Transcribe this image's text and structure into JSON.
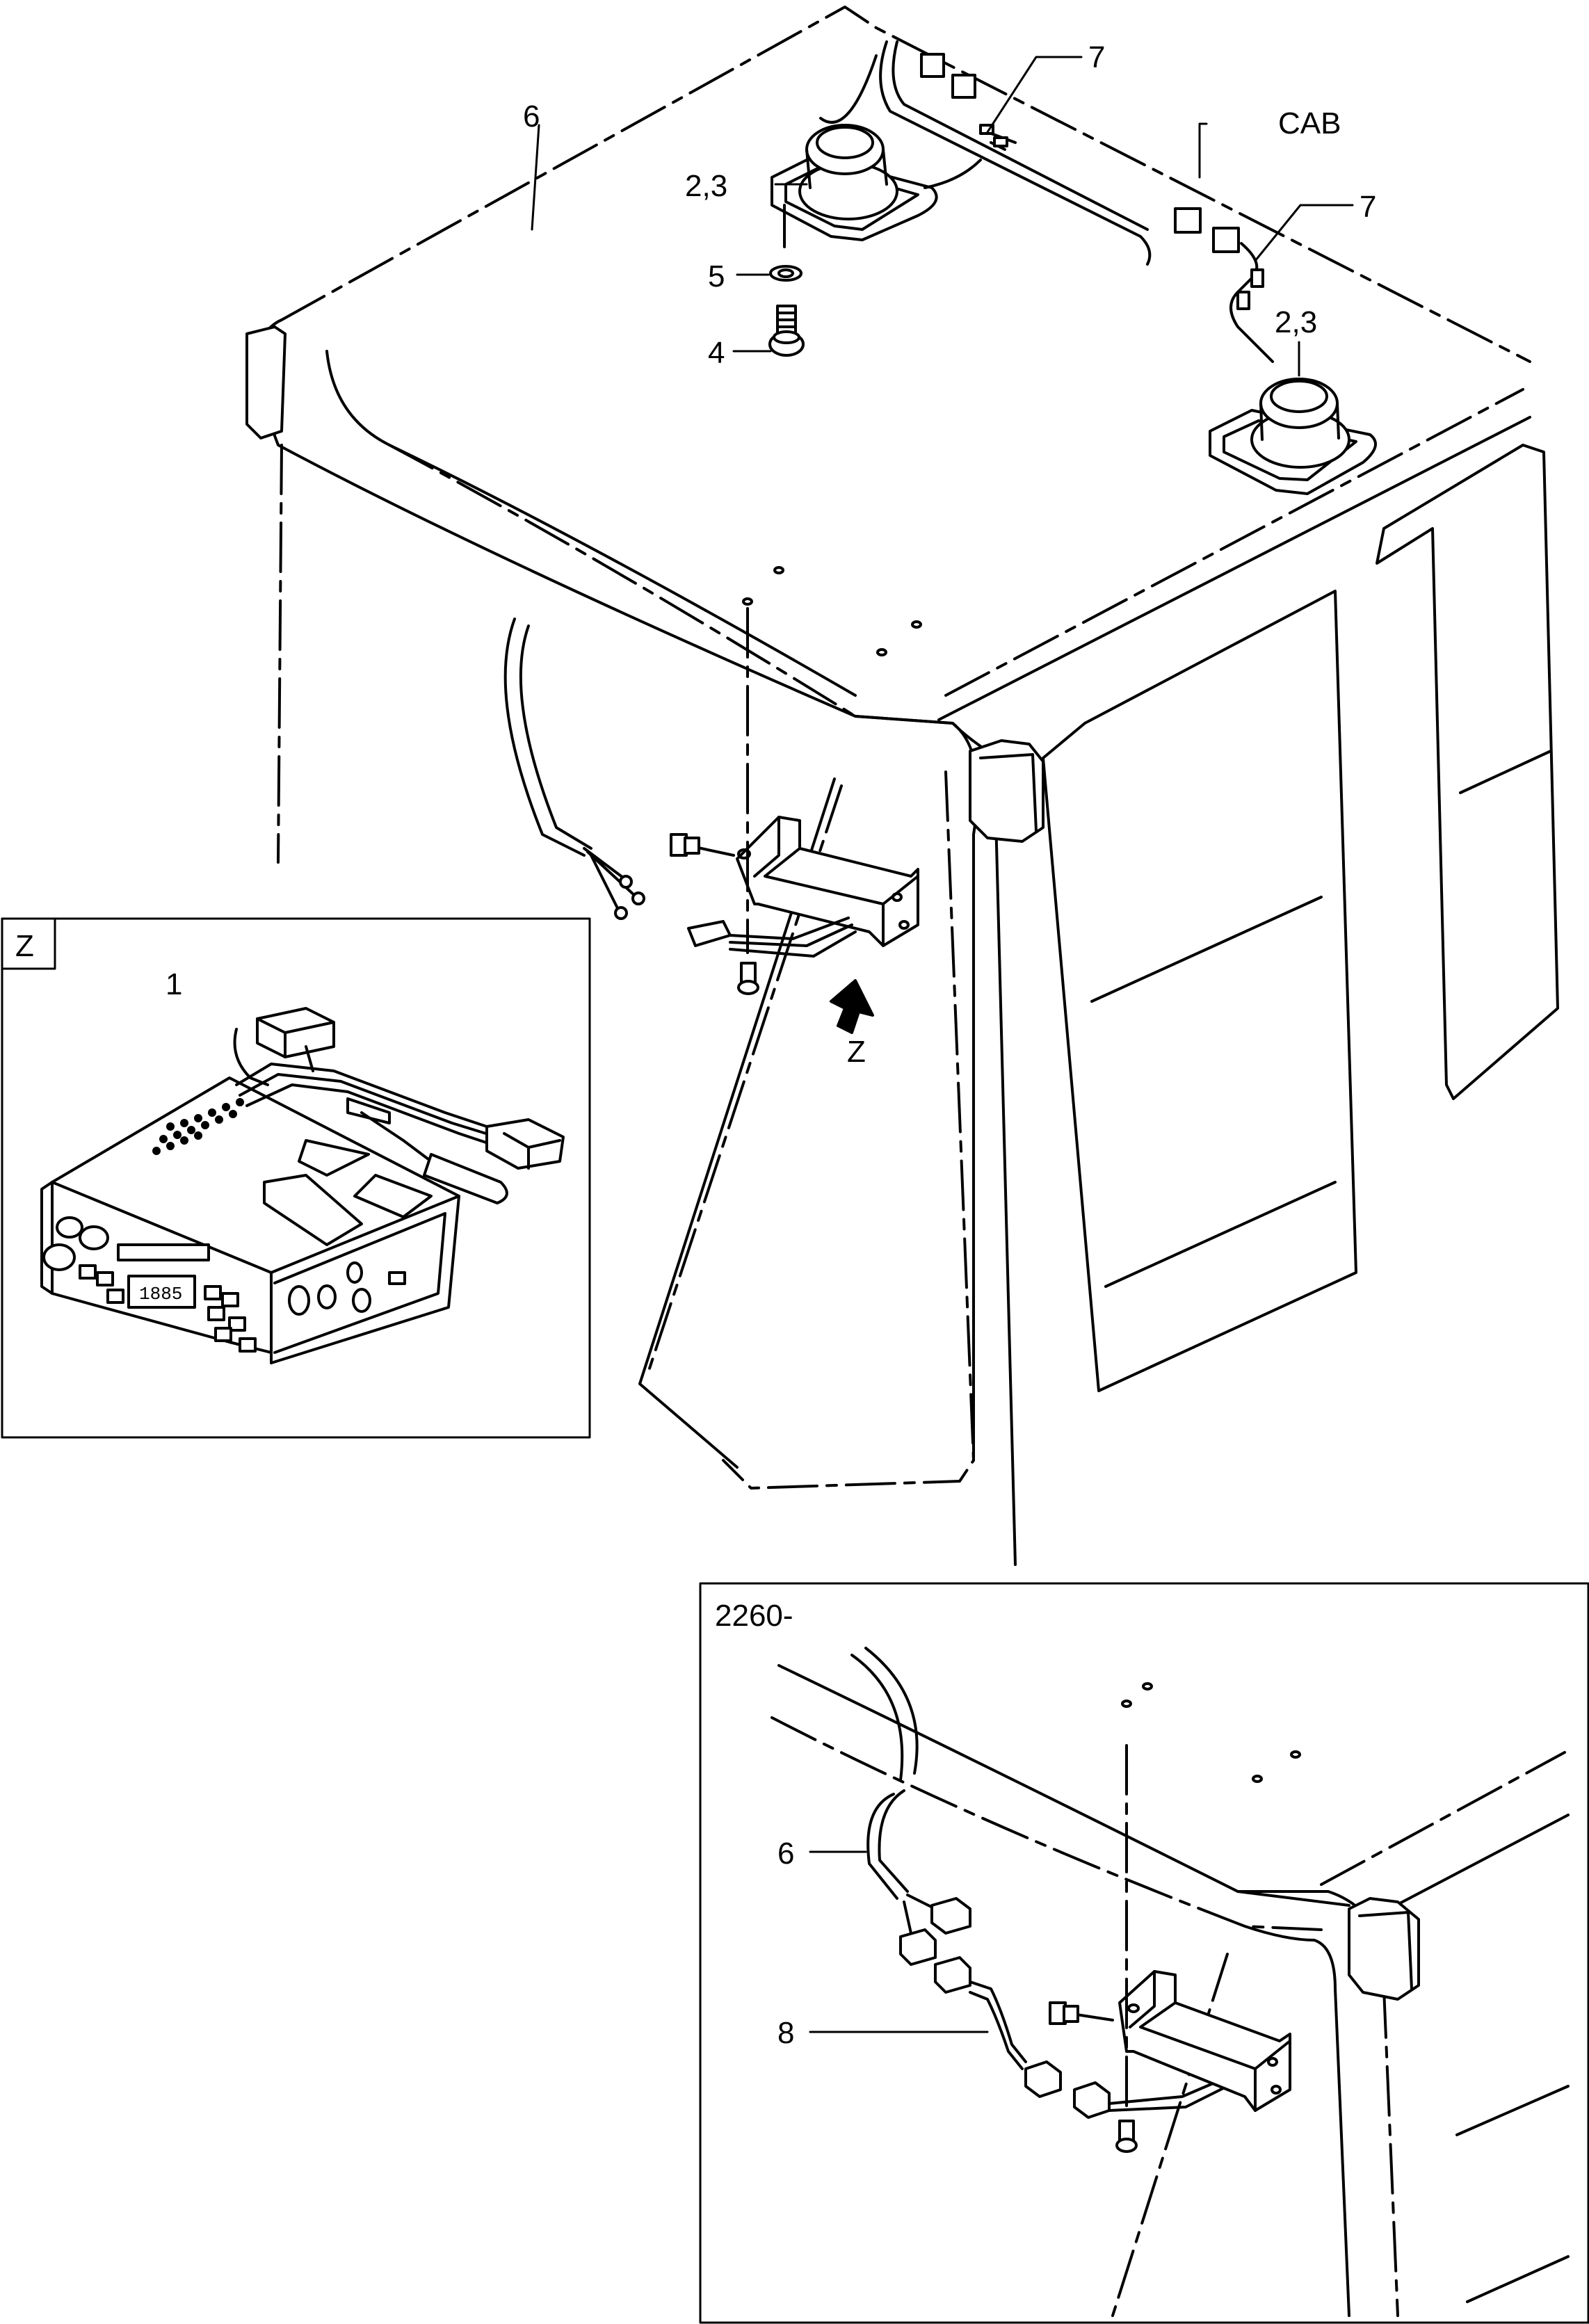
{
  "labels": {
    "item_1": "1",
    "item_23_a": "2,3",
    "item_23_b": "2,3",
    "item_4": "4",
    "item_5": "5",
    "item_6_main": "6",
    "item_6_inset": "6",
    "item_7_a": "7",
    "item_7_b": "7",
    "item_8": "8",
    "cab": "CAB",
    "view_z_arrow": "Z",
    "view_z_box": "Z",
    "inset_serial": "2260-"
  }
}
